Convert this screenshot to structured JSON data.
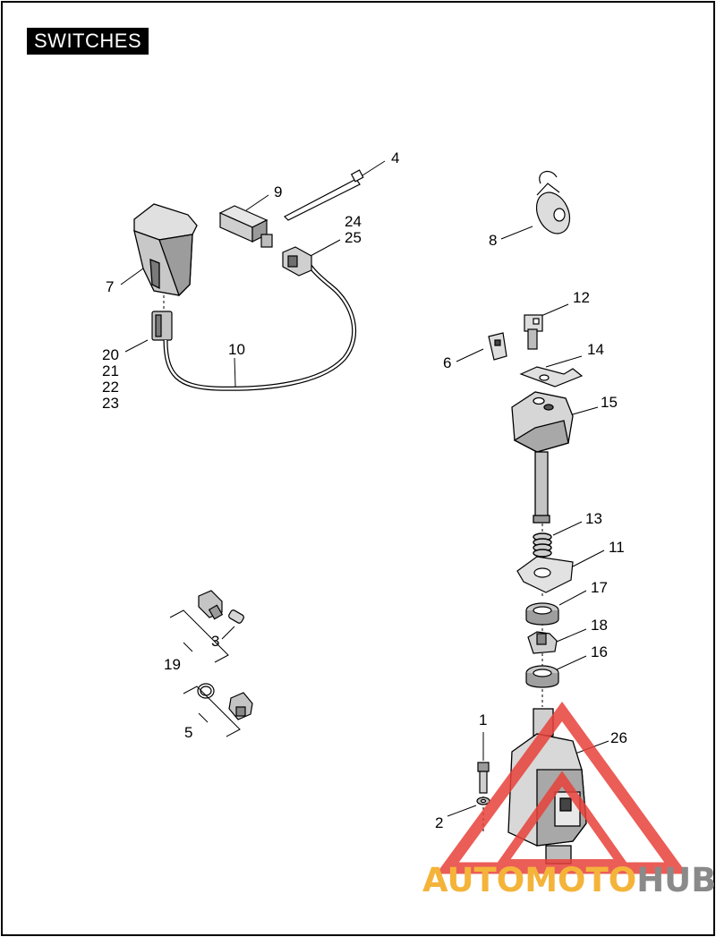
{
  "page": {
    "title": "SWITCHES"
  },
  "callouts": {
    "c1": "1",
    "c2": "2",
    "c3": "3",
    "c4": "4",
    "c5": "5",
    "c6": "6",
    "c7": "7",
    "c8": "8",
    "c9": "9",
    "c10": "10",
    "c11": "11",
    "c12": "12",
    "c13": "13",
    "c14": "14",
    "c15": "15",
    "c16": "16",
    "c17": "17",
    "c18": "18",
    "c19": "19",
    "c20": "20",
    "c21": "21",
    "c22": "22",
    "c23": "23",
    "c24": "24",
    "c25": "25",
    "c26": "26"
  },
  "watermark": {
    "part1": "AUTOMOTO",
    "part2": "HUB"
  },
  "colors": {
    "watermark_orange": "#f4b43a",
    "watermark_gray": "#8a8a8a",
    "watermark_red": "#e8413a"
  }
}
